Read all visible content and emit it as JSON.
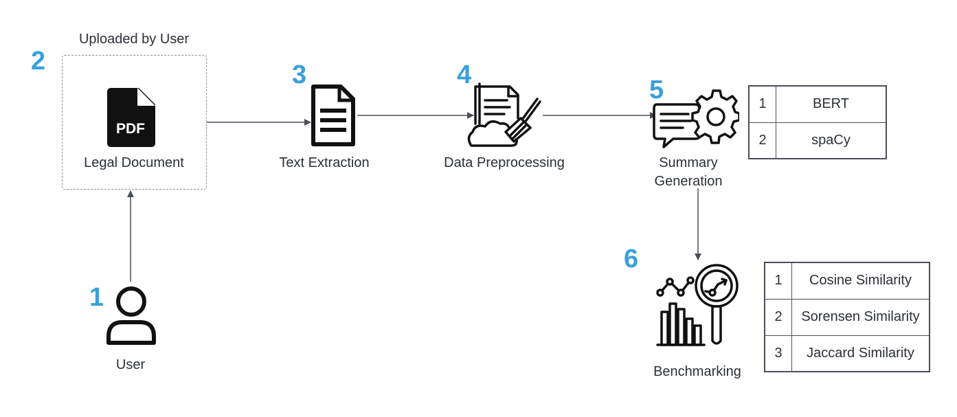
{
  "steps": {
    "user": {
      "number": "1",
      "label": "User",
      "icon": "user-icon"
    },
    "upload": {
      "number": "2",
      "group_label": "Uploaded by User",
      "label": "Legal Document",
      "icon": "pdf-file-icon",
      "icon_text": "PDF"
    },
    "extract": {
      "number": "3",
      "label": "Text Extraction",
      "icon": "text-document-icon"
    },
    "preprocess": {
      "number": "4",
      "label": "Data Preprocessing",
      "icon": "document-cleaning-icon"
    },
    "summary": {
      "number": "5",
      "label_line1": "Summary",
      "label_line2": "Generation",
      "icon": "summary-gear-icon"
    },
    "benchmark": {
      "number": "6",
      "label": "Benchmarking",
      "icon": "analytics-magnifier-icon"
    }
  },
  "summary_models": [
    {
      "index": "1",
      "name": "BERT"
    },
    {
      "index": "2",
      "name": "spaCy"
    }
  ],
  "benchmark_metrics": [
    {
      "index": "1",
      "name": "Cosine Similarity"
    },
    {
      "index": "2",
      "name": "Sorensen Similarity"
    },
    {
      "index": "3",
      "name": "Jaccard Similarity"
    }
  ],
  "colors": {
    "step_number": "#3aa0db",
    "text": "#2b2f36",
    "line": "#4a4f57",
    "icon": "#111111"
  }
}
